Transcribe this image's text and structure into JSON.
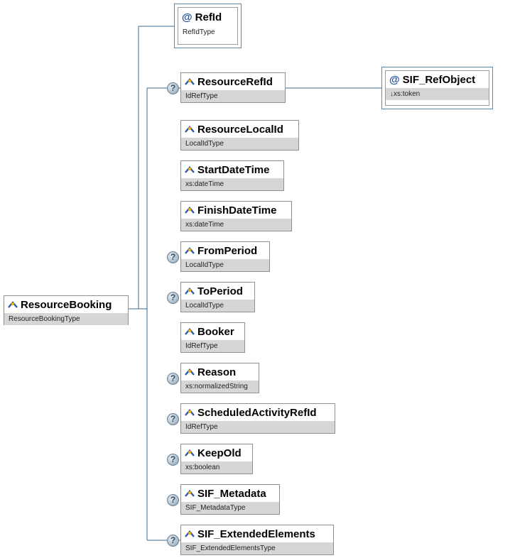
{
  "root": {
    "name": "ResourceBooking",
    "type": "ResourceBookingType"
  },
  "attribute": {
    "name": "RefId",
    "type": "RefIdType"
  },
  "ref_object": {
    "name": "SIF_RefObject",
    "type": "↓xs:token"
  },
  "elements": [
    {
      "name": "ResourceRefId",
      "type": "IdRefType",
      "optional": true
    },
    {
      "name": "ResourceLocalId",
      "type": "LocalIdType",
      "optional": false
    },
    {
      "name": "StartDateTime",
      "type": "xs:dateTime",
      "optional": false
    },
    {
      "name": "FinishDateTime",
      "type": "xs:dateTime",
      "optional": false
    },
    {
      "name": "FromPeriod",
      "type": "LocalIdType",
      "optional": true
    },
    {
      "name": "ToPeriod",
      "type": "LocalIdType",
      "optional": true
    },
    {
      "name": "Booker",
      "type": "IdRefType",
      "optional": false
    },
    {
      "name": "Reason",
      "type": "xs:normalizedString",
      "optional": true
    },
    {
      "name": "ScheduledActivityRefId",
      "type": "IdRefType",
      "optional": true
    },
    {
      "name": "KeepOld",
      "type": "xs:boolean",
      "optional": true
    },
    {
      "name": "SIF_Metadata",
      "type": "SIF_MetadataType",
      "optional": true
    },
    {
      "name": "SIF_ExtendedElements",
      "type": "SIF_ExtendedElementsType",
      "optional": true
    }
  ],
  "optional_marker": "?",
  "attribute_marker": "@",
  "colors": {
    "connector": "#3a6a8e",
    "type_bar": "#d6d6d6",
    "border": "#8f8f8f",
    "attr_border": "#5b8ab0"
  }
}
